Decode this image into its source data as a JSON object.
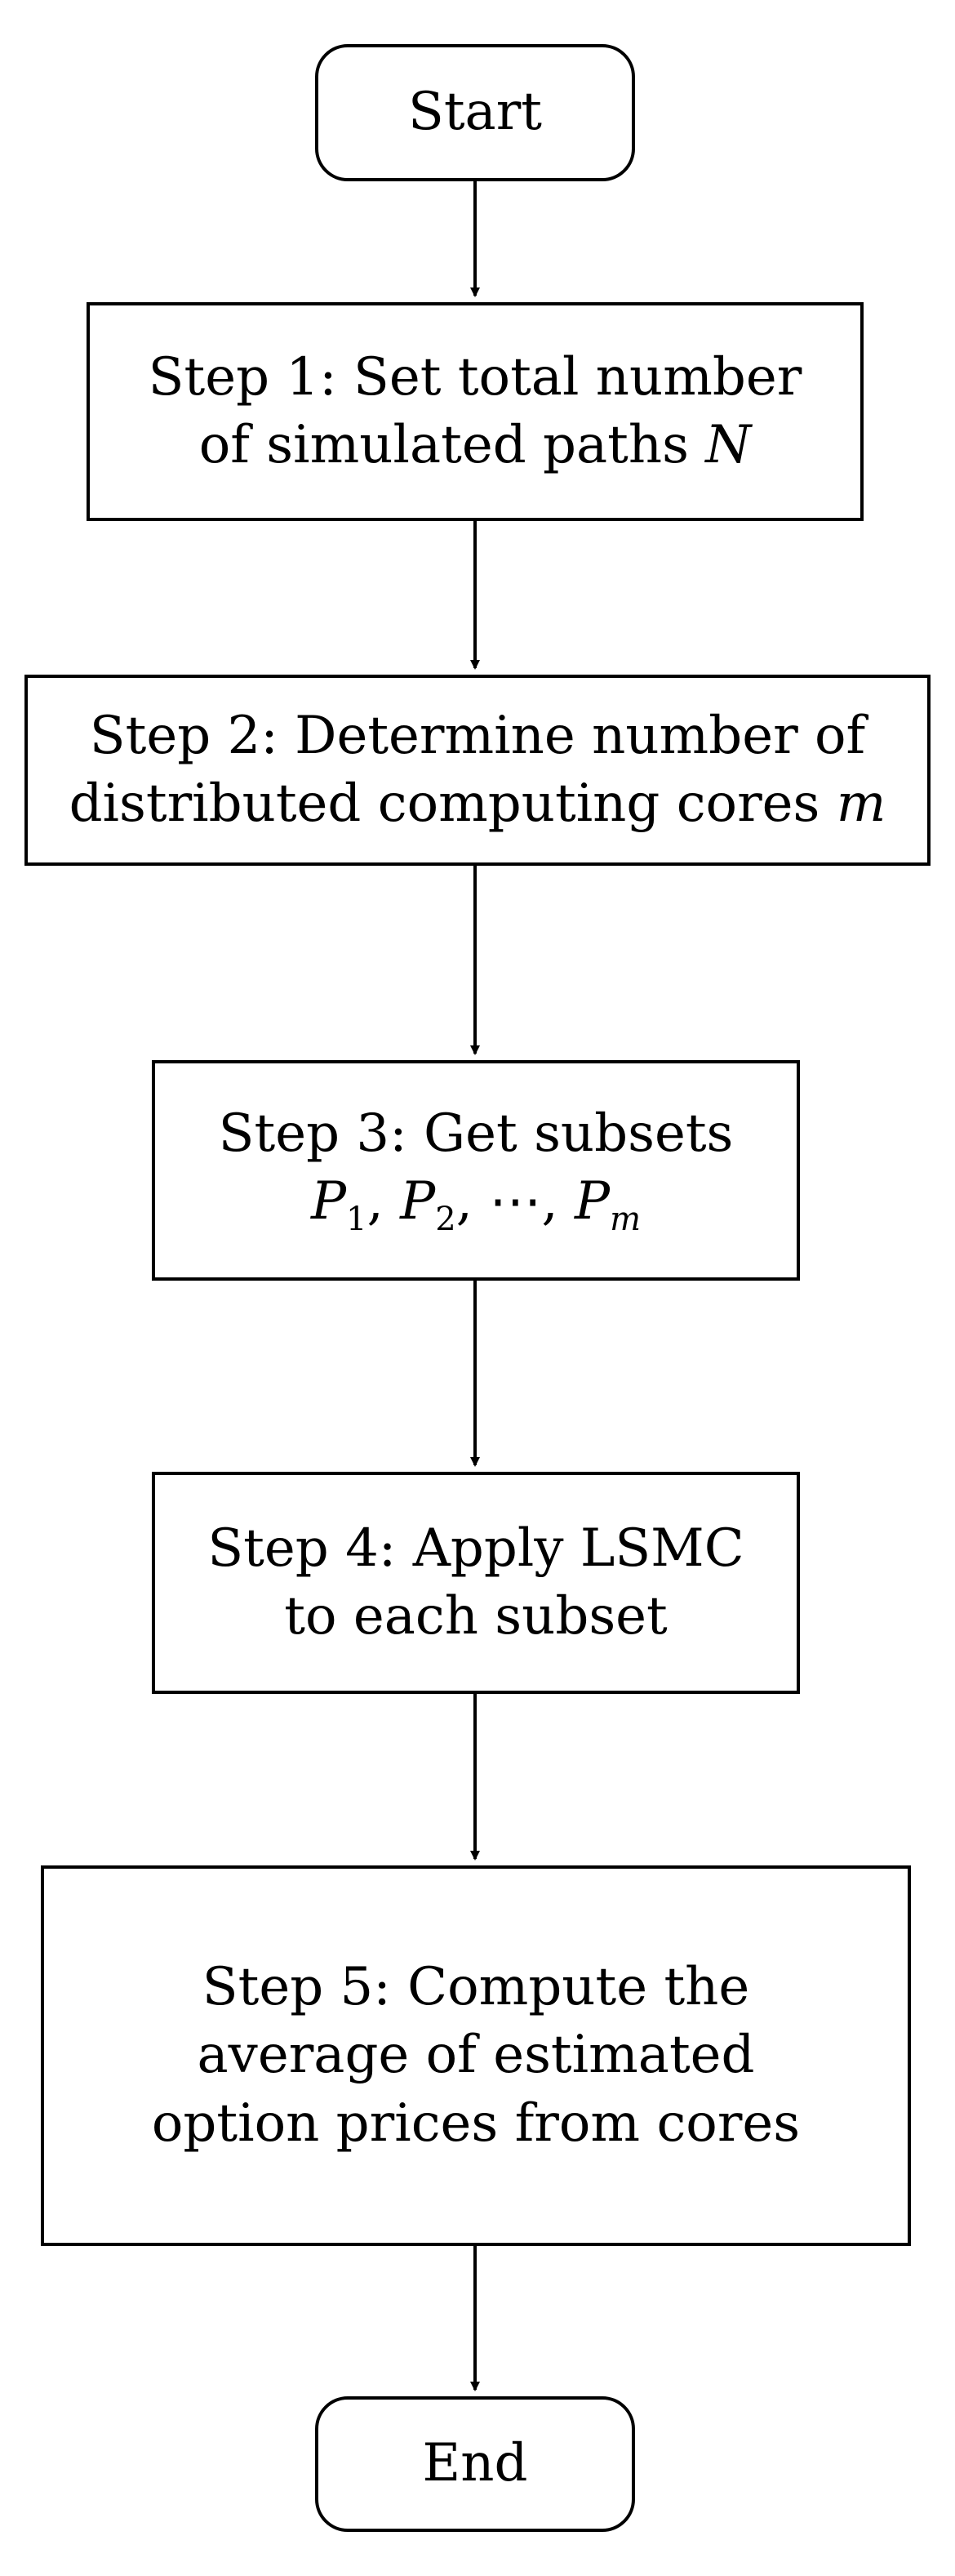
{
  "diagram": {
    "start": "Start",
    "end": "End",
    "steps": [
      {
        "id": "step1",
        "lines": [
          "Step 1: Set total number",
          "of simulated paths"
        ],
        "math_suffix_line2": "N"
      },
      {
        "id": "step2",
        "lines": [
          "Step 2: Determine number of",
          "distributed computing cores"
        ],
        "math_suffix_line2": "m"
      },
      {
        "id": "step3",
        "lines": [
          "Step 3: Get subsets"
        ],
        "math_line": [
          "P",
          "1",
          "P",
          "2",
          "⋯",
          "P",
          "m"
        ]
      },
      {
        "id": "step4",
        "lines": [
          "Step 4: Apply LSMC",
          "to each subset"
        ]
      },
      {
        "id": "step5",
        "lines": [
          "Step 5: Compute the",
          "average of estimated",
          "option prices from cores"
        ]
      }
    ]
  }
}
